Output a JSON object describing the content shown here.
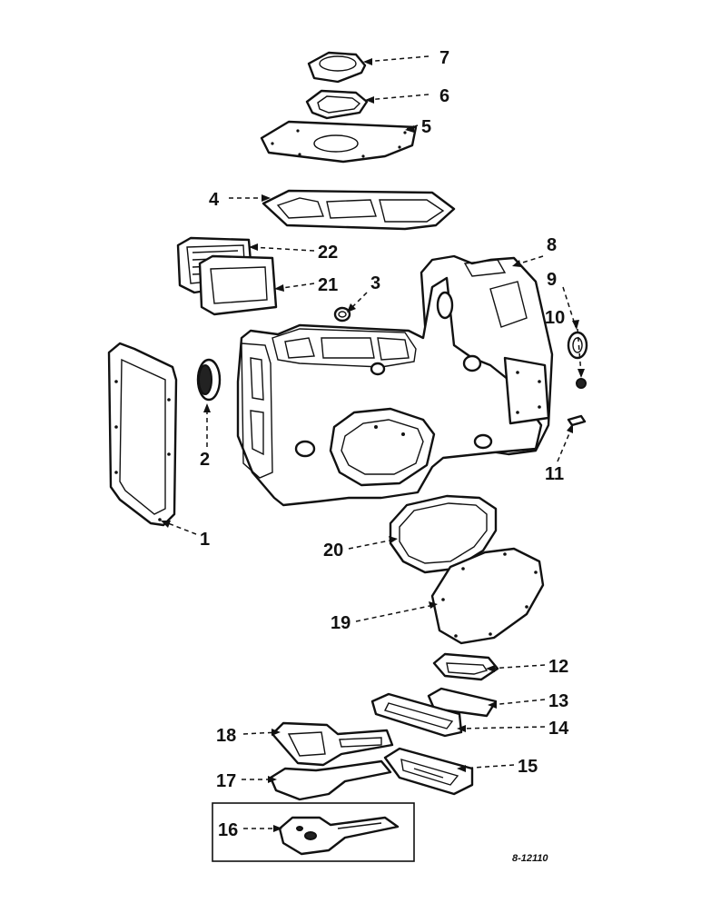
{
  "figure": {
    "reference_code": "8-12110",
    "callouts": [
      "1",
      "2",
      "3",
      "4",
      "5",
      "6",
      "7",
      "8",
      "9",
      "10",
      "11",
      "12",
      "13",
      "14",
      "15",
      "16",
      "17",
      "18",
      "19",
      "20",
      "21",
      "22"
    ]
  }
}
